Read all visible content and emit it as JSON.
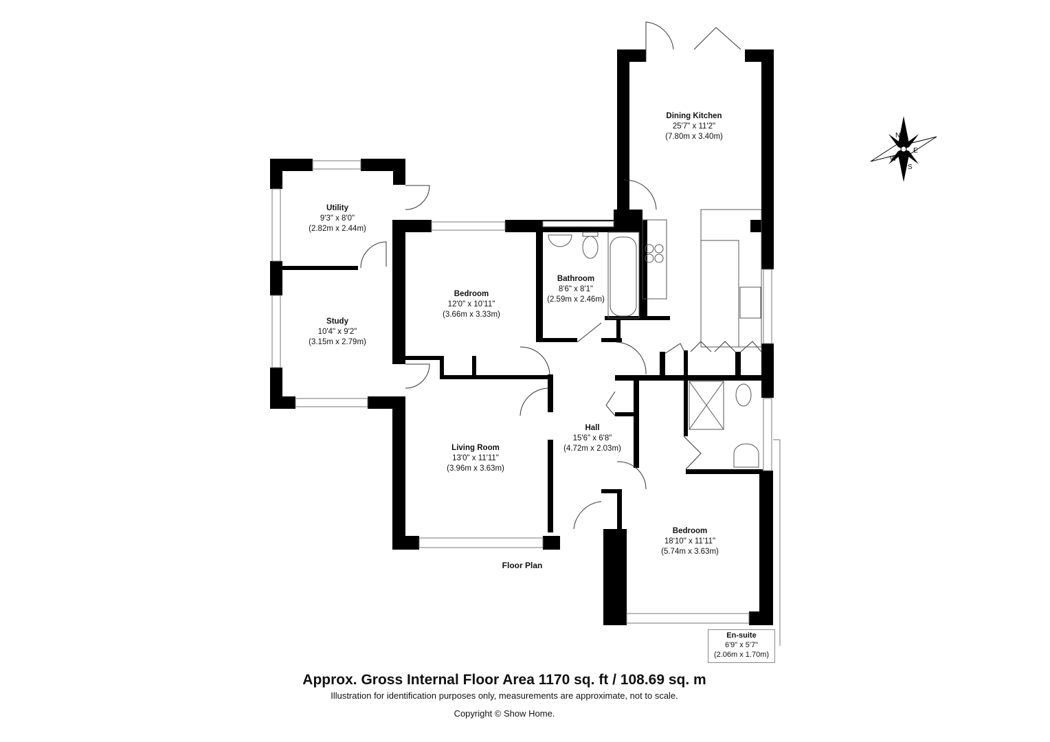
{
  "rooms": [
    {
      "name": "Dining Kitchen",
      "imperial": "25'7\" x 11'2\"",
      "metric": "(7.80m x 3.40m)"
    },
    {
      "name": "Utility",
      "imperial": "9'3\" x 8'0\"",
      "metric": "(2.82m x 2.44m)"
    },
    {
      "name": "Study",
      "imperial": "10'4\" x 9'2\"",
      "metric": "(3.15m x 2.79m)"
    },
    {
      "name": "Bedroom",
      "imperial": "12'0\" x 10'11\"",
      "metric": "(3.66m x 3.33m)"
    },
    {
      "name": "Bathroom",
      "imperial": "8'6\" x 8'1\"",
      "metric": "(2.59m x 2.46m)"
    },
    {
      "name": "Hall",
      "imperial": "15'6\" x 6'8\"",
      "metric": "(4.72m x 2.03m)"
    },
    {
      "name": "Living Room",
      "imperial": "13'0\" x 11'11\"",
      "metric": "(3.96m x 3.63m)"
    },
    {
      "name": "Bedroom",
      "imperial": "18'10\" x 11'11\"",
      "metric": "(5.74m x 3.63m)"
    },
    {
      "name": "En-suite",
      "imperial": "6'9\" x 5'7\"",
      "metric": "(2.06m x 1.70m)"
    }
  ],
  "floor_label": "Floor Plan",
  "compass": {
    "labels": [
      "N",
      "E",
      "S",
      "W"
    ]
  },
  "footer": {
    "area": "Approx. Gross Internal Floor Area 1170 sq. ft / 108.69 sq. m",
    "disclaimer": "Illustration for identification purposes only, measurements are approximate, not to scale.",
    "copyright": "Copyright © Show Home."
  }
}
